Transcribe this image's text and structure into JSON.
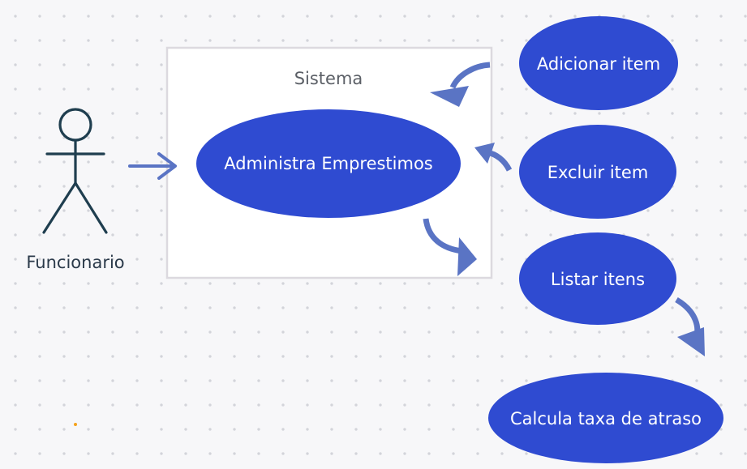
{
  "system": {
    "title": "Sistema"
  },
  "actor": {
    "label": "Funcionario"
  },
  "use_cases": {
    "main": "Administra Emprestimos",
    "add": "Adicionar item",
    "remove": "Excluir item",
    "list": "Listar itens",
    "late_fee": "Calcula taxa de atraso"
  },
  "colors": {
    "use_case_fill": "#2f4bd1",
    "arrow": "#5a74c4",
    "actor": "#1f3e4f",
    "background_dot": "#d3d4da"
  }
}
